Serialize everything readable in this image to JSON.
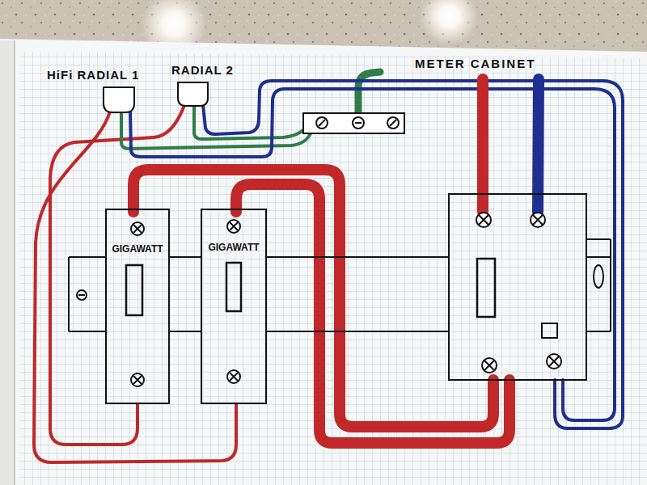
{
  "diagram": {
    "nodes": [
      {
        "text": [
          "GIGAWATT"
        ]
      },
      {
        "text": [
          "GIGAWATT"
        ]
      }
    ],
    "labels": [
      "HiFi RADIAL 1",
      "RADIAL 2",
      "METER CABINET"
    ]
  }
}
